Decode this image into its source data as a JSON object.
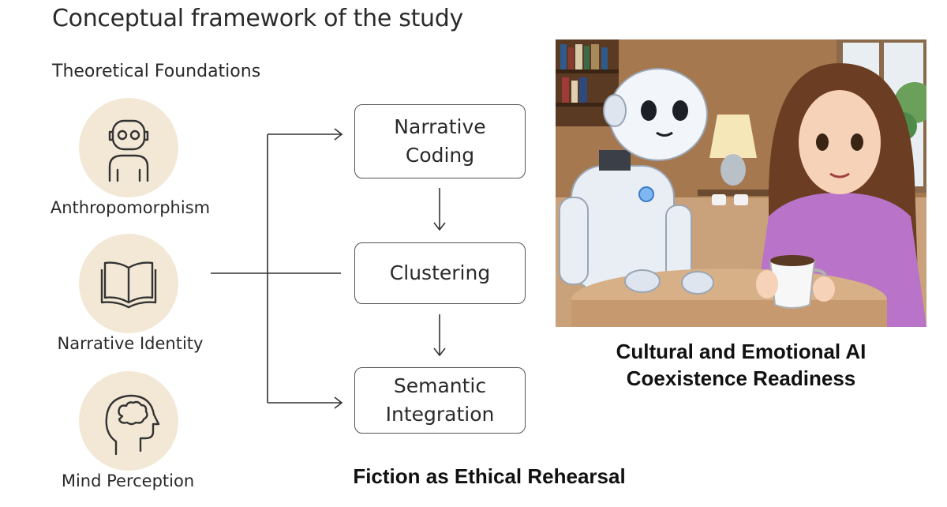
{
  "title": "Conceptual framework of the study",
  "subtitle": "Theoretical Foundations",
  "foundations": [
    {
      "label": "Anthropomorphism",
      "icon": "robot-icon"
    },
    {
      "label": "Narrative Identity",
      "icon": "open-book-icon"
    },
    {
      "label": "Mind Perception",
      "icon": "head-brain-icon"
    }
  ],
  "process": {
    "steps": [
      {
        "line1": "Narrative",
        "line2": "Coding"
      },
      {
        "line1": "Clustering",
        "line2": ""
      },
      {
        "line1": "Semantic",
        "line2": "Integration"
      }
    ]
  },
  "outcome": {
    "line1": "Cultural and Emotional AI",
    "line2": "Coexistence Readiness"
  },
  "bottom_caption": "Fiction as Ethical Rehearsal",
  "colors": {
    "icon_background": "#f3e8d6",
    "stroke": "#555555",
    "robot_body": "#e9eef5",
    "shirt": "#b974c9",
    "hair": "#6b3d22"
  }
}
